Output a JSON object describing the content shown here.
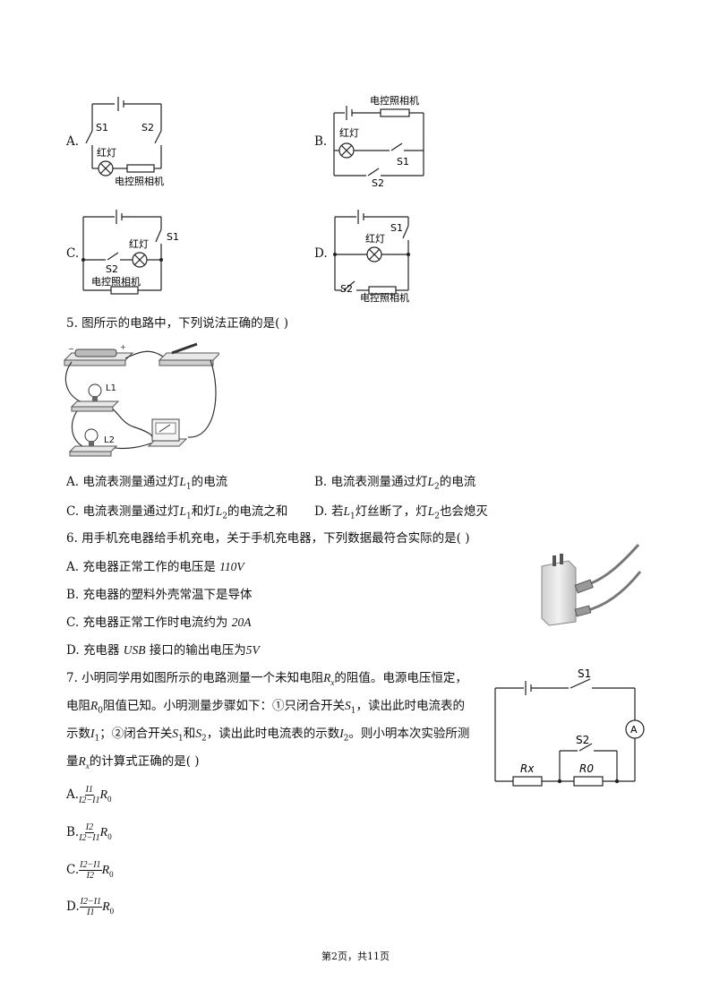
{
  "q4": {
    "options": [
      {
        "letter": "A.",
        "figure_labels": {
          "s1": "S1",
          "s2": "S2",
          "red_lamp": "红灯",
          "camera": "电控照相机"
        }
      },
      {
        "letter": "B.",
        "figure_labels": {
          "camera": "电控照相机",
          "red_lamp": "红灯",
          "s1": "S1",
          "s2": "S2"
        }
      },
      {
        "letter": "C.",
        "figure_labels": {
          "s1": "S1",
          "s2": "S2",
          "red_lamp": "红灯",
          "camera": "电控照相机"
        }
      },
      {
        "letter": "D.",
        "figure_labels": {
          "s1": "S1",
          "s2": "S2",
          "red_lamp": "红灯",
          "camera": "电控照相机"
        }
      }
    ]
  },
  "q5": {
    "stem": "5. 图所示的电路中，下列说法正确的是(    )",
    "figure_labels": {
      "l1": "L1",
      "l2": "L2"
    },
    "options": [
      {
        "letter": "A.",
        "pre": "电流表测量通过灯",
        "v1": "L",
        "s1": "1",
        "post": "的电流"
      },
      {
        "letter": "B.",
        "pre": "电流表测量通过灯",
        "v1": "L",
        "s1": "2",
        "post": "的电流"
      },
      {
        "letter": "C.",
        "pre": "电流表测量通过灯",
        "v1": "L",
        "s1": "1",
        "mid": "和灯",
        "v2": "L",
        "s2": "2",
        "post": "的电流之和"
      },
      {
        "letter": "D.",
        "pre": "若",
        "v1": "L",
        "s1": "1",
        "mid": "灯丝断了，灯",
        "v2": "L",
        "s2": "2",
        "post": "也会熄灭"
      }
    ]
  },
  "q6": {
    "stem": "6. 用手机充电器给手机充电，关于手机充电器，下列数据最符合实际的是(    )",
    "options": [
      {
        "letter": "A.",
        "text": "充电器正常工作的电压是",
        "value": "110V"
      },
      {
        "letter": "B.",
        "text": "充电器的塑料外壳常温下是导体",
        "value": ""
      },
      {
        "letter": "C.",
        "text": "充电器正常工作时电流约为",
        "value": "20A"
      },
      {
        "letter": "D.",
        "text": "充电器",
        "value": "USB",
        "text2": "接口的输出电压为",
        "value2": "5V"
      }
    ]
  },
  "q7": {
    "line1_a": "7. 小明同学用如图所示的电路测量一个未知电阻",
    "line1_b": "的阻值。电源电压恒定，",
    "line2_a": "电阻",
    "line2_b": "阻值已知。小明测量步骤如下：①只闭合开关",
    "line2_c": "，读出此时电流表的",
    "line3_a": "示数",
    "line3_b": "；②闭合开关",
    "line3_c": "和",
    "line3_d": "，读出此时电流表的示数",
    "line3_e": "。则小明本次实验所测",
    "line4_a": "量",
    "line4_b": "的计算式正确的是(    )",
    "figure_labels": {
      "s1": "S1",
      "s2": "S2",
      "ammeter": "A",
      "rx": "Rx",
      "r0": "R0"
    },
    "options": [
      {
        "letter": "A.",
        "num": "I1",
        "den": "I2−I1"
      },
      {
        "letter": "B.",
        "num": "I2",
        "den": "I2−I1"
      },
      {
        "letter": "C.",
        "num": "I2−I1",
        "den": "I2"
      },
      {
        "letter": "D.",
        "num": "I2−I1",
        "den": "I1"
      }
    ]
  },
  "footer": "第2页，共11页"
}
